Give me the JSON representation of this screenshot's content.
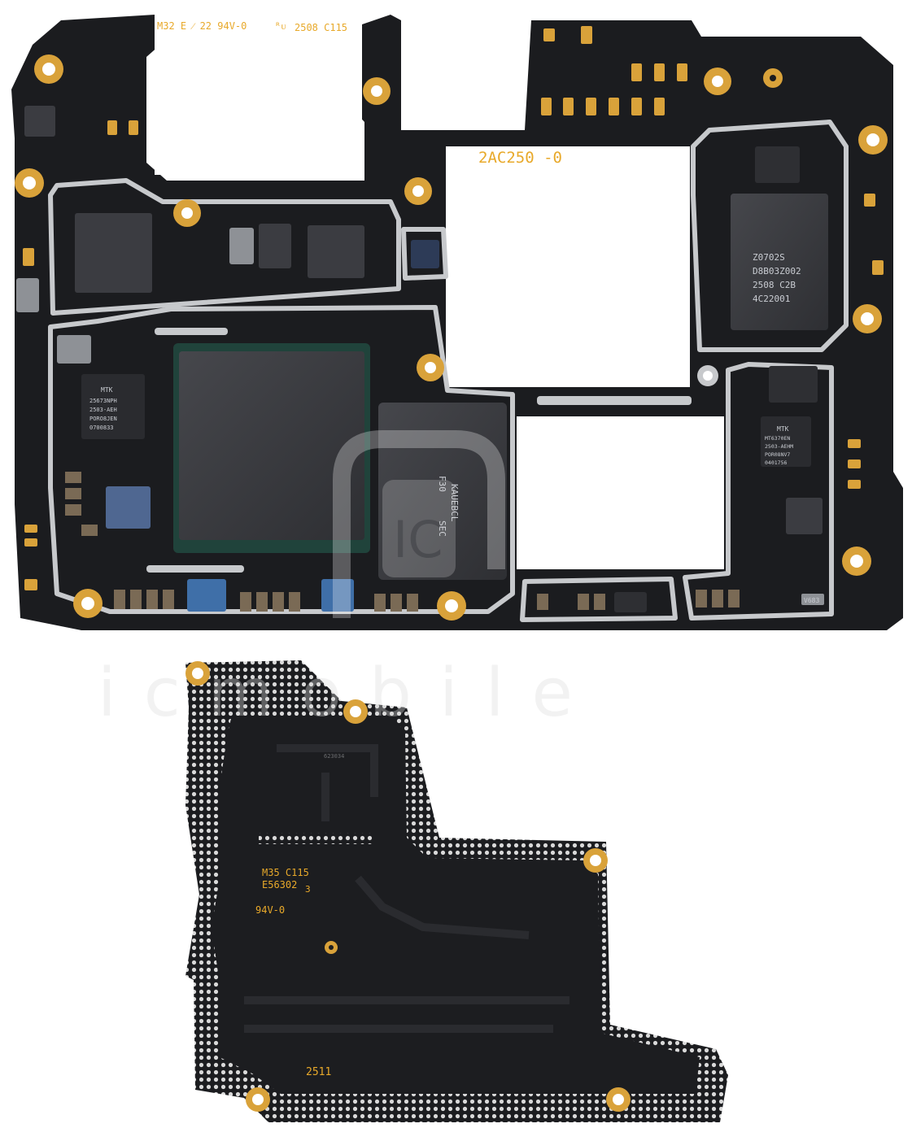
{
  "board_top": {
    "silkscreen": {
      "top_label": "M32 E ⁄ 22 94V-0",
      "top_label_ul": "ᴿᴜ",
      "date_code": "2508 C115",
      "board_id": "2AC250 -0"
    },
    "chips": {
      "mtk_left_1": "MTK",
      "mtk_left_2": "25673NPH",
      "mtk_left_3": "2503-AEH",
      "mtk_left_4": "PORO8JEN",
      "mtk_left_5": "0700833",
      "mem_1": "Z0702S",
      "mem_2": "D8B03Z002",
      "mem_3": "2508 C2B",
      "mem_4": "4C22001",
      "ufs_1": "SEC",
      "ufs_2": "F30",
      "ufs_3": "KAUEBCL",
      "mtk_right_1": "MTK",
      "mtk_right_2": "MT6370EN",
      "mtk_right_3": "2503-AEHM",
      "mtk_right_4": "POR08NV7",
      "mtk_right_5": "0401756",
      "small_chip": "V683"
    }
  },
  "board_bottom": {
    "silkscreen": {
      "line1": "M35 C115",
      "line2": "E56302",
      "line2_suffix": "3",
      "line3": "94V-0",
      "date": "2511",
      "small_code": "623034"
    }
  },
  "watermark": {
    "logo": "IC",
    "text": "icmobile"
  },
  "colors": {
    "pcb": "#1b1c1f",
    "gold": "#d9a23a",
    "shield": "#c7c9cc",
    "chip": "#3a3b3f",
    "silkscreen": "#e8a92a"
  }
}
